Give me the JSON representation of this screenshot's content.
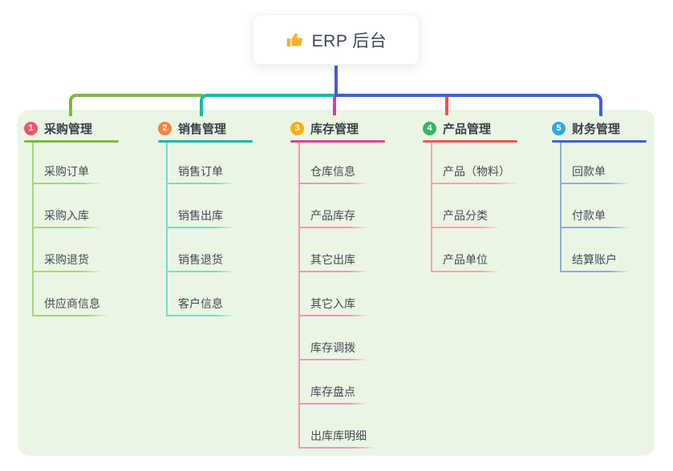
{
  "root": {
    "label": "ERP 后台",
    "icon": "thumbs-up-icon",
    "icon_color": "#F0B32A",
    "trunk_color": "#4A5AD5"
  },
  "panel": {
    "background": "#EAF6E3"
  },
  "branches": [
    {
      "num": "1",
      "label": "采购管理",
      "badge_color": "#F5536C",
      "line_color": "#7CBA3F",
      "line_light": "#A9D57E",
      "children": [
        "采购订单",
        "采购入库",
        "采购退货",
        "供应商信息"
      ]
    },
    {
      "num": "2",
      "label": "销售管理",
      "badge_color": "#F5823E",
      "line_color": "#16B8AF",
      "line_light": "#7FD7D0",
      "children": [
        "销售订单",
        "销售出库",
        "销售退货",
        "客户信息"
      ]
    },
    {
      "num": "3",
      "label": "库存管理",
      "badge_color": "#FFAC12",
      "line_color": "#DC3C9E",
      "line_light": "#F093C7",
      "children": [
        "仓库信息",
        "产品库存",
        "其它出库",
        "其它入库",
        "库存调拨",
        "库存盘点",
        "出库库明细"
      ]
    },
    {
      "num": "4",
      "label": "产品管理",
      "badge_color": "#2EB964",
      "line_color": "#F2524E",
      "line_light": "#F8A4A1",
      "children": [
        "产品（物料）",
        "产品分类",
        "产品单位"
      ]
    },
    {
      "num": "5",
      "label": "财务管理",
      "badge_color": "#2FA7E8",
      "line_color": "#3C63D6",
      "line_light": "#93A9DE",
      "children": [
        "回款单",
        "付款单",
        "结算账户"
      ]
    }
  ]
}
